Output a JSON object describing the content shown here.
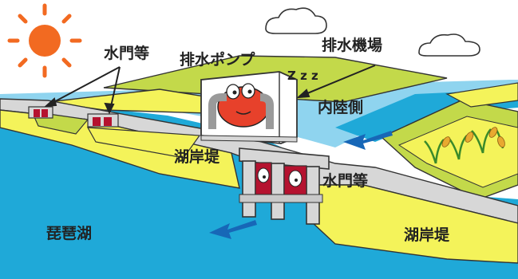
{
  "labels": {
    "floodgates_left": "水門等",
    "drainage_pump": "排水ポンプ",
    "drainage_station": "排水機場",
    "inland_side": "内陸側",
    "lakeshore_levee_upper": "湖岸堤",
    "floodgates_center": "水門等",
    "lake": "琵琶湖",
    "lakeshore_levee_lower": "湖岸堤",
    "snore": "Z z z"
  },
  "colors": {
    "sky": "#ffffff",
    "lake": "#1fa9d8",
    "lake_light": "#8fd4ef",
    "field_yellow": "#f4f35a",
    "field_green": "#c3d94a",
    "levee_gray": "#d7d7d7",
    "sun": "#f26a21",
    "crab": "#e7412b",
    "gate_red": "#b5122f",
    "arrow_blue": "#1767b7"
  },
  "icons": {
    "sun": "sun-icon",
    "cloud": "cloud-icon",
    "pump": "crab-pump-icon",
    "flow": "flow-arrow-icon",
    "rice": "rice-plant-icon"
  }
}
